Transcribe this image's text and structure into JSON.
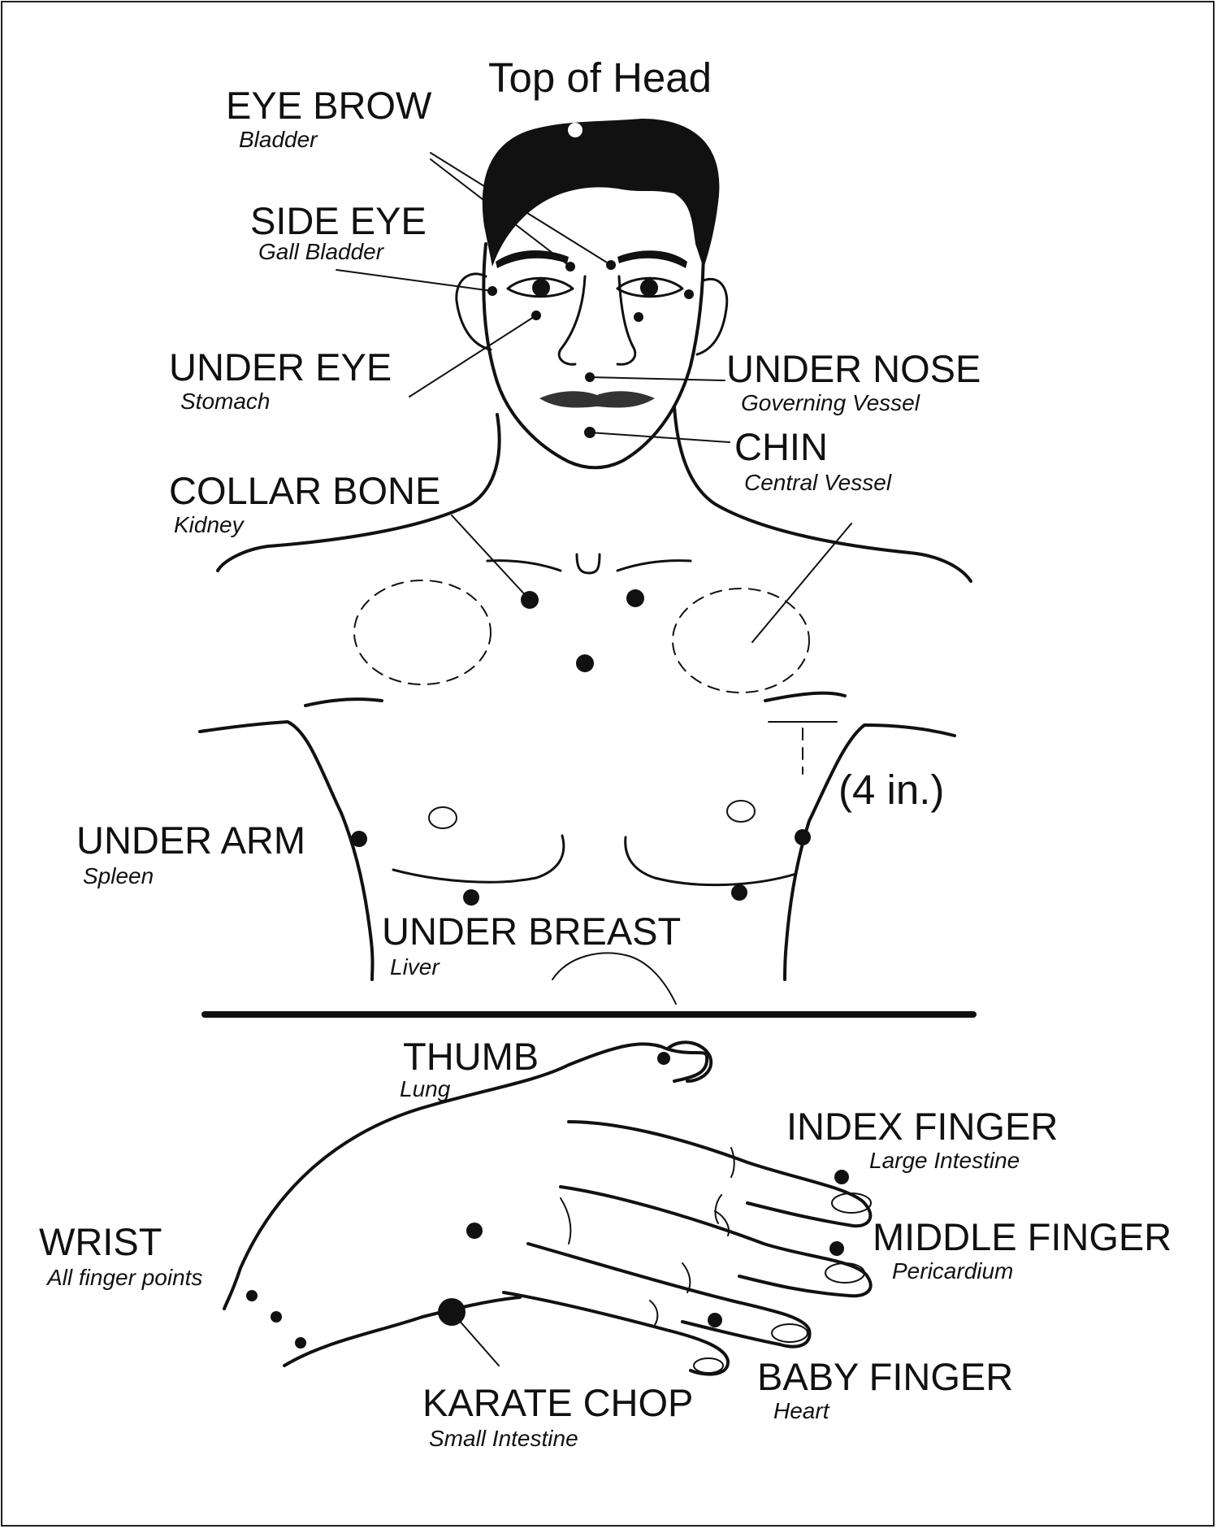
{
  "head_label": "Top of Head",
  "measure_label": "(4 in.)",
  "points": {
    "eye_brow": {
      "name": "EYE BROW",
      "meridian": "Bladder"
    },
    "side_eye": {
      "name": "SIDE EYE",
      "meridian": "Gall Bladder"
    },
    "under_eye": {
      "name": "UNDER EYE",
      "meridian": "Stomach"
    },
    "under_nose": {
      "name": "UNDER NOSE",
      "meridian": "Governing Vessel"
    },
    "chin": {
      "name": "CHIN",
      "meridian": "Central Vessel"
    },
    "collar_bone": {
      "name": "COLLAR BONE",
      "meridian": "Kidney"
    },
    "under_arm": {
      "name": "UNDER ARM",
      "meridian": "Spleen"
    },
    "under_breast": {
      "name": "UNDER BREAST",
      "meridian": "Liver"
    },
    "thumb": {
      "name": "THUMB",
      "meridian": "Lung"
    },
    "index_finger": {
      "name": "INDEX FINGER",
      "meridian": "Large Intestine"
    },
    "middle_finger": {
      "name": "MIDDLE FINGER",
      "meridian": "Pericardium"
    },
    "wrist": {
      "name": "WRIST",
      "meridian": "All finger points"
    },
    "karate_chop": {
      "name": "KARATE CHOP",
      "meridian": "Small Intestine"
    },
    "baby_finger": {
      "name": "BABY FINGER",
      "meridian": "Heart"
    }
  }
}
